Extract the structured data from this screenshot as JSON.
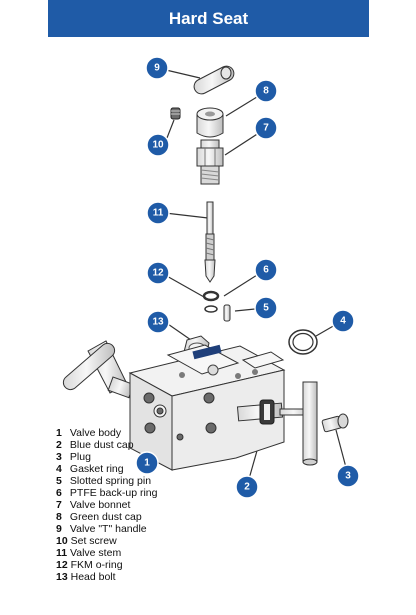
{
  "title": "Hard Seat",
  "legend": [
    {
      "num": "1",
      "label": "Valve body"
    },
    {
      "num": "2",
      "label": "Blue dust cap"
    },
    {
      "num": "3",
      "label": "Plug"
    },
    {
      "num": "4",
      "label": "Gasket ring"
    },
    {
      "num": "5",
      "label": "Slotted spring pin"
    },
    {
      "num": "6",
      "label": "PTFE back-up ring"
    },
    {
      "num": "7",
      "label": "Valve bonnet"
    },
    {
      "num": "8",
      "label": "Green dust cap"
    },
    {
      "num": "9",
      "label": "Valve \"T\" handle"
    },
    {
      "num": "10",
      "label": "Set screw"
    },
    {
      "num": "11",
      "label": "Valve stem"
    },
    {
      "num": "12",
      "label": "FKM o-ring"
    },
    {
      "num": "13",
      "label": "Head bolt"
    }
  ],
  "callouts": [
    "9",
    "8",
    "10",
    "7",
    "11",
    "12",
    "6",
    "5",
    "13",
    "4",
    "1",
    "2",
    "3"
  ],
  "colors": {
    "title_bg": "#1f5ba7",
    "callout": "#1f5ba7",
    "part_fill": "#ececec",
    "stroke": "#333333"
  }
}
